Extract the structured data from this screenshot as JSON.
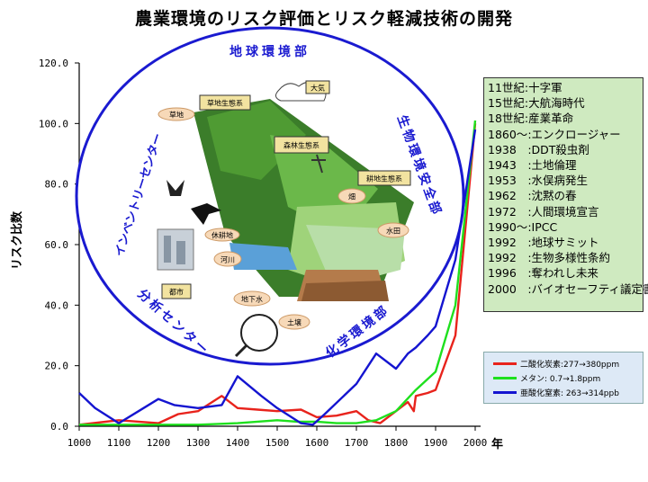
{
  "title": "農業環境のリスク評価とリスク軽減技術の開発",
  "chart_data": {
    "type": "line",
    "ylabel": "リスク比数",
    "xunit": "年",
    "xlim": [
      1000,
      2000
    ],
    "ylim": [
      0,
      120
    ],
    "x_ticks": [
      "1000",
      "1100",
      "1200",
      "1300",
      "1400",
      "1500",
      "1600",
      "1700",
      "1800",
      "1900",
      "2000"
    ],
    "y_ticks": [
      "0.0",
      "20.0",
      "40.0",
      "60.0",
      "80.0",
      "100.0",
      "120.0"
    ],
    "series": [
      {
        "name": "二酸化炭素:277→380ppm",
        "color": "#e8231c",
        "points": [
          [
            1000,
            0.5
          ],
          [
            1100,
            2
          ],
          [
            1200,
            1
          ],
          [
            1250,
            4
          ],
          [
            1300,
            5
          ],
          [
            1360,
            10
          ],
          [
            1400,
            6
          ],
          [
            1450,
            5.5
          ],
          [
            1500,
            5
          ],
          [
            1560,
            5.5
          ],
          [
            1600,
            3
          ],
          [
            1650,
            3.5
          ],
          [
            1700,
            5
          ],
          [
            1730,
            2
          ],
          [
            1760,
            1
          ],
          [
            1800,
            5
          ],
          [
            1830,
            8
          ],
          [
            1845,
            5
          ],
          [
            1850,
            10
          ],
          [
            1880,
            11
          ],
          [
            1900,
            12
          ],
          [
            1950,
            30
          ],
          [
            2000,
            100
          ]
        ]
      },
      {
        "name": "メタン: 0.7→1.8ppm",
        "color": "#1ee01e",
        "points": [
          [
            1000,
            0.5
          ],
          [
            1100,
            0.5
          ],
          [
            1200,
            0.5
          ],
          [
            1300,
            0.5
          ],
          [
            1400,
            1
          ],
          [
            1450,
            1.5
          ],
          [
            1500,
            2
          ],
          [
            1550,
            1.5
          ],
          [
            1600,
            1.5
          ],
          [
            1650,
            1
          ],
          [
            1700,
            1
          ],
          [
            1750,
            2
          ],
          [
            1800,
            5
          ],
          [
            1850,
            12
          ],
          [
            1900,
            18
          ],
          [
            1950,
            40
          ],
          [
            2000,
            101
          ]
        ]
      },
      {
        "name": "亜酸化窒素: 263→314ppb",
        "color": "#1414d0",
        "points": [
          [
            1000,
            11
          ],
          [
            1040,
            6
          ],
          [
            1100,
            1
          ],
          [
            1150,
            5
          ],
          [
            1200,
            9
          ],
          [
            1240,
            7
          ],
          [
            1300,
            6
          ],
          [
            1360,
            7
          ],
          [
            1400,
            16.5
          ],
          [
            1460,
            10
          ],
          [
            1500,
            6
          ],
          [
            1560,
            1
          ],
          [
            1590,
            0.5
          ],
          [
            1620,
            4
          ],
          [
            1700,
            14
          ],
          [
            1750,
            24
          ],
          [
            1800,
            19
          ],
          [
            1830,
            24
          ],
          [
            1850,
            26
          ],
          [
            1880,
            30
          ],
          [
            1900,
            33
          ],
          [
            1950,
            55
          ],
          [
            2000,
            98
          ]
        ]
      }
    ]
  },
  "circle": {
    "top_text": "地球環境部",
    "right_text": "生物環境安全部",
    "bottom_right_text": "化学環境部",
    "bottom_left_text": "分析センター",
    "left_text": "インベントリーセンター",
    "labels": {
      "grassland": "草地生態系",
      "atmosphere": "大気",
      "pasture": "草地",
      "forest": "森林生態系",
      "farmland": "耕地生態系",
      "field": "畑",
      "paddy": "水田",
      "fallow": "休耕地",
      "river": "河川",
      "city": "都市",
      "groundwater": "地下水",
      "soil": "土壌"
    }
  },
  "timeline": [
    {
      "year": "11世紀",
      "sep": ":",
      "event": "十字軍"
    },
    {
      "year": "15世紀",
      "sep": ":",
      "event": "大航海時代"
    },
    {
      "year": "18世紀",
      "sep": ":",
      "event": "産業革命"
    },
    {
      "year": "1860～",
      "sep": ":",
      "event": "エンクロージャー"
    },
    {
      "year": "1938",
      "sep": "　:",
      "event": "DDT殺虫剤"
    },
    {
      "year": "1943",
      "sep": "　:",
      "event": "土地倫理"
    },
    {
      "year": "1953",
      "sep": "　:",
      "event": "水俣病発生"
    },
    {
      "year": "1962",
      "sep": "　:",
      "event": "沈黙の春"
    },
    {
      "year": "1972",
      "sep": "　:",
      "event": "人間環境宣言"
    },
    {
      "year": "1990～",
      "sep": ":",
      "event": "IPCC"
    },
    {
      "year": "1992",
      "sep": "　:",
      "event": "地球サミット"
    },
    {
      "year": "1992",
      "sep": "　:",
      "event": "生物多様性条約"
    },
    {
      "year": "1996",
      "sep": "　:",
      "event": "奪われし未来"
    },
    {
      "year": "2000",
      "sep": "　:",
      "event": "バイオセーフティ議定書"
    }
  ]
}
